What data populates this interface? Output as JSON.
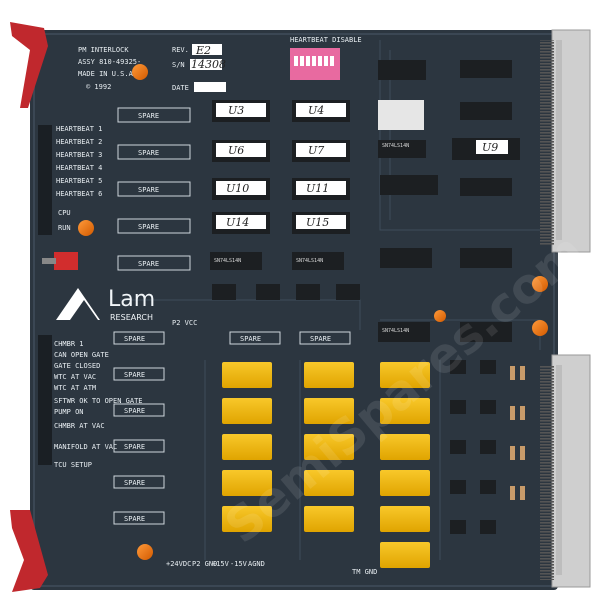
{
  "board": {
    "title": "PM INTERLOCK",
    "assy": "ASSY 810-49325-",
    "made_in": "MADE IN U.S.A.",
    "copyright": "© 1992",
    "rev_label": "REV.",
    "rev_value": "E2",
    "sn_label": "S/N",
    "sn_value": "14308",
    "date_label": "DATE",
    "heartbeat_disable": "HEARTBEAT DISABLE",
    "logo_name": "Lam",
    "logo_sub": "RESEARCH",
    "colors": {
      "pcb": "#2c3640",
      "relay": "#f2b705",
      "connector": "#cfcfcf",
      "ejector": "#c0282d"
    }
  },
  "heartbeat_labels": [
    "HEARTBEAT 1",
    "HEARTBEAT 2",
    "HEARTBEAT 3",
    "HEARTBEAT 4",
    "HEARTBEAT 5",
    "HEARTBEAT 6"
  ],
  "status_labels": [
    "CPU",
    "RUN"
  ],
  "interlock_labels": [
    "CHMBR 1",
    "CAN OPEN GATE",
    "GATE CLOSED",
    "WTC AT VAC",
    "WTC AT ATM",
    "SFTWR OK TO OPEN GATE",
    "PUMP ON",
    "CHMBR AT VAC",
    "MANIFOLD AT VAC",
    "TCU SETUP"
  ],
  "spare_label": "SPARE",
  "ic_tags": [
    "U3",
    "U4",
    "U6",
    "U7",
    "U10",
    "U11",
    "U14",
    "U15",
    "U9"
  ],
  "chip_marks": [
    "SN74LS14N",
    "SN74LS14N",
    "SN74LS14N",
    "SN74LS14N"
  ],
  "bottom_test_points": [
    "+24VDC",
    "P2 GND",
    "+15V",
    "-15V",
    "AGND"
  ],
  "misc_labels": {
    "p2_vcc": "P2 VCC",
    "tm_gnd": "TM GND",
    "watermark": "SemiSpares.com"
  }
}
